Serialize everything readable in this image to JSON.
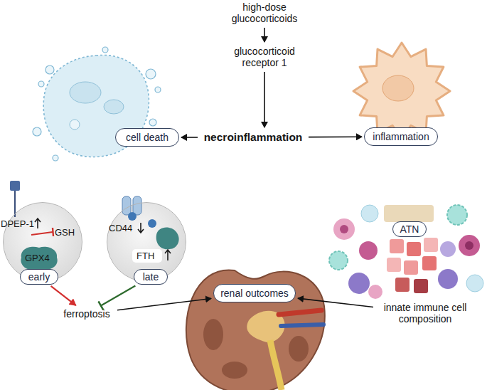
{
  "diagram": {
    "nodes": [
      {
        "text": [
          "high-dose glucocorticoids"
        ]
      },
      {
        "text": [
          "glucocorticoid receptor 1"
        ]
      },
      {
        "text": [
          "cell death"
        ]
      },
      {
        "text": [
          "necroinflammation"
        ]
      },
      {
        "text": [
          "inflammation"
        ]
      },
      {
        "text": [
          "DPEP-1",
          "GSH",
          "GPX4"
        ]
      },
      {
        "text": [
          "early"
        ]
      },
      {
        "text": [
          "CD44",
          "FTH"
        ]
      },
      {
        "text": [
          "late"
        ]
      },
      {
        "text": [
          "ATN"
        ]
      },
      {
        "text": [
          "ferroptosis"
        ]
      },
      {
        "text": [
          "renal outcomes"
        ]
      },
      {
        "text": [
          "innate immune cell composition"
        ]
      }
    ],
    "edges": [
      {
        "from": 0,
        "to": 1,
        "arrow": "to"
      },
      {
        "from": 1,
        "to": 3,
        "arrow": "to"
      },
      {
        "from": 3,
        "to": 2,
        "arrow": "to"
      },
      {
        "from": 3,
        "to": 4,
        "arrow": "to"
      },
      {
        "from": 6,
        "to": 10,
        "arrow": "to"
      },
      {
        "from": 8,
        "to": 10,
        "arrow": "to"
      },
      {
        "from": 10,
        "to": 11,
        "arrow": "to"
      },
      {
        "from": 12,
        "to": 11,
        "arrow": "to"
      }
    ]
  }
}
